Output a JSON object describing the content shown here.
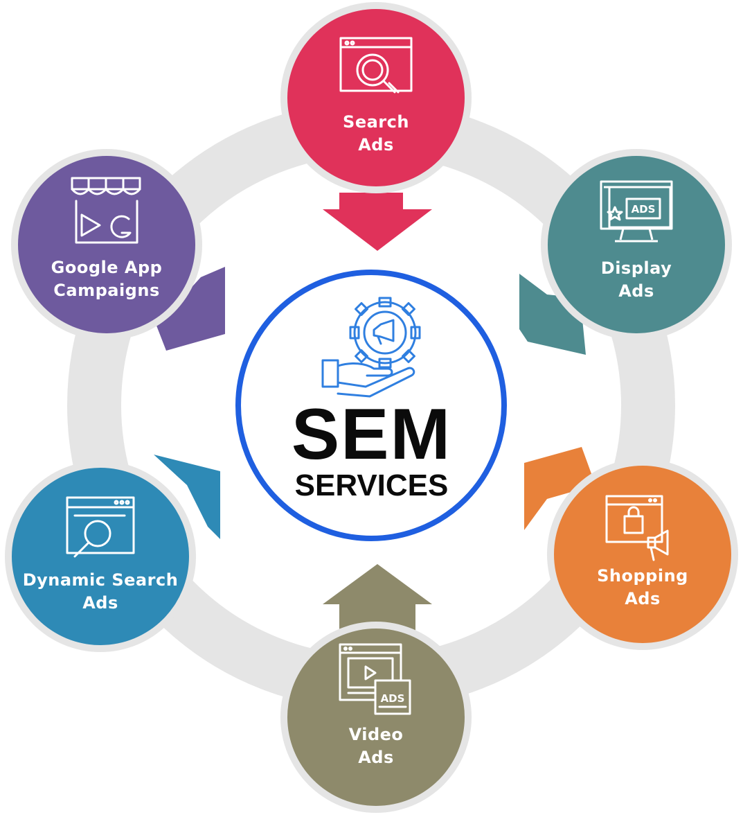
{
  "center": {
    "title": "SEM",
    "subtitle": "SERVICES"
  },
  "colors": {
    "ring": "#e5e5e5",
    "center_border": "#1f5fe0",
    "center_icon": "#2f7fe0",
    "search": "#e0325a",
    "display": "#4e8b8f",
    "shopping": "#e8813a",
    "video": "#8e8a6b",
    "dynamic": "#2e8ab6",
    "google_app": "#6e5a9e"
  },
  "nodes": [
    {
      "id": "search-ads",
      "line1": "Search",
      "line2": "Ads",
      "icon": "browser-magnifier-icon",
      "color": "#e0325a"
    },
    {
      "id": "display-ads",
      "line1": "Display",
      "line2": "Ads",
      "icon": "ads-monitor-icon",
      "color": "#4e8b8f"
    },
    {
      "id": "shopping-ads",
      "line1": "Shopping",
      "line2": "Ads",
      "icon": "shopping-bag-megaphone-icon",
      "color": "#e8813a"
    },
    {
      "id": "video-ads",
      "line1": "Video",
      "line2": "Ads",
      "icon": "video-player-ads-icon",
      "color": "#8e8a6b"
    },
    {
      "id": "dynamic-search-ads",
      "line1": "Dynamic Search",
      "line2": "Ads",
      "icon": "browser-search-icon",
      "color": "#2e8ab6"
    },
    {
      "id": "google-app-campaigns",
      "line1": "Google App",
      "line2": "Campaigns",
      "icon": "store-play-google-icon",
      "color": "#6e5a9e"
    }
  ]
}
